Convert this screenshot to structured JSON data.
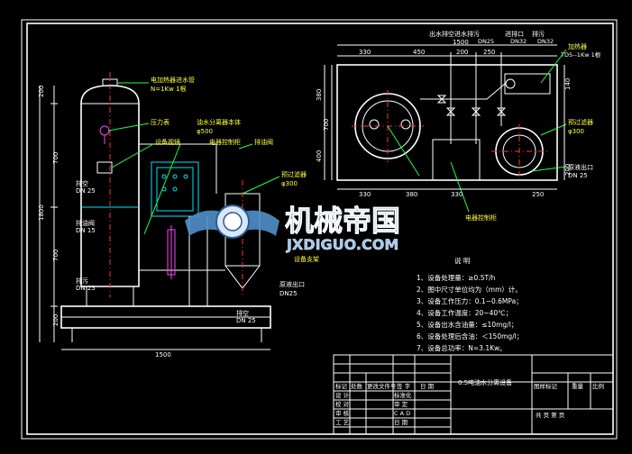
{
  "title_block": {
    "drawing_name": "0.5吨油水分离设备",
    "labels": [
      "标记",
      "处数",
      "更改文件号",
      "签 字",
      "日 期",
      "设 计",
      "标准化",
      "校 对",
      "审 定",
      "审 核",
      "C A D",
      "工 艺",
      "日 期",
      "图样标记",
      "重量",
      "比例",
      "共  页  第  页"
    ]
  },
  "notes": {
    "heading": "说    明",
    "items": [
      "1、设备处理量：≥0.5T/h",
      "2、图中尺寸单位均为（mm）计。",
      "3、设备工作压力：0.1~0.6MPa；",
      "4、设备工作温度：20~40℃；",
      "5、设备出水含油量：≤10mg/l；",
      "6、设备处理后含油：＜150mg/l；",
      "7、设备总功率：N=3.1Kw。"
    ]
  },
  "front_view": {
    "labels": {
      "hanger": "电加热器进水管",
      "heater_spec": "N=1Kw 1根",
      "pressure_gauge": "压力表",
      "pressure_gauge_2": "油水分离器本体",
      "separator_spec": "φ500",
      "coalescer": "设备视镜",
      "pump": "电器控制柜",
      "pipe_cross": "排油阀",
      "pre_filter": "预过滤器",
      "pre_filter_spec": "φ300",
      "drain_top": "排空",
      "drain_top_dn": "DN 25",
      "oil_out": "排油阀",
      "oil_out_dn": "DN 15",
      "sewage": "排污",
      "sewage_dn": "DN 25",
      "inlet": "排空",
      "inlet_dn": "DN 25",
      "support": "设备支架",
      "outlet": "原液出口",
      "outlet_dn": "DN25"
    },
    "dims": {
      "d200": "200",
      "d700a": "700",
      "d1800": "1800",
      "d700b": "700",
      "d200b": "200",
      "d1500": "1500"
    }
  },
  "top_view": {
    "labels": {
      "col1": "出水",
      "col1b": "排空",
      "col1c": "进水",
      "col2": "排污",
      "col3": "进排口",
      "col4": "排污",
      "top_dims": "DN25",
      "top_dims2": "DN32",
      "top_dims3": "DN32",
      "d1500": "1500",
      "d450": "450",
      "d200": "200",
      "d330a": "330",
      "d330b": "330",
      "d380": "380",
      "d250a": "250",
      "d250b": "250",
      "d380v": "380",
      "d700v": "700",
      "d400v": "400",
      "d140": "140",
      "d200v": "200",
      "heater": "加热器",
      "heater_spec": "TD5--1Kw 1根",
      "filter": "预过滤器",
      "filter_spec": "φ300",
      "cabinet": "电器控制柜",
      "outlet": "原液出口",
      "outlet_dn": "DN 25"
    }
  },
  "watermark": {
    "cn": "机械帝国",
    "en": "JXDIGUO.COM"
  }
}
